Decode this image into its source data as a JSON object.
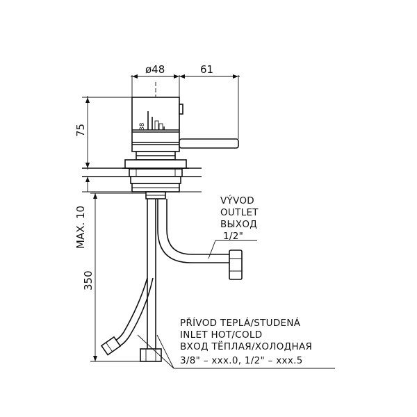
{
  "dimensions": {
    "diameter": "ø48",
    "projection": "61",
    "height": "75",
    "max_thickness": "MAX. 10",
    "hose_length": "350",
    "scale_mark": "38"
  },
  "outlet_label": {
    "line1": "VÝVOD",
    "line2": "OUTLET",
    "line3": "ВЫХОД",
    "line4": "1/2\""
  },
  "inlet_label": {
    "line1": "PŘÍVOD TEPLÁ/STUDENÁ",
    "line2": "INLET HOT/COLD",
    "line3": "ВХОД ТЁПЛАЯ/ХОЛОДНАЯ",
    "line4": "3/8\" – xxx.0, 1/2\" – xxx.5"
  }
}
